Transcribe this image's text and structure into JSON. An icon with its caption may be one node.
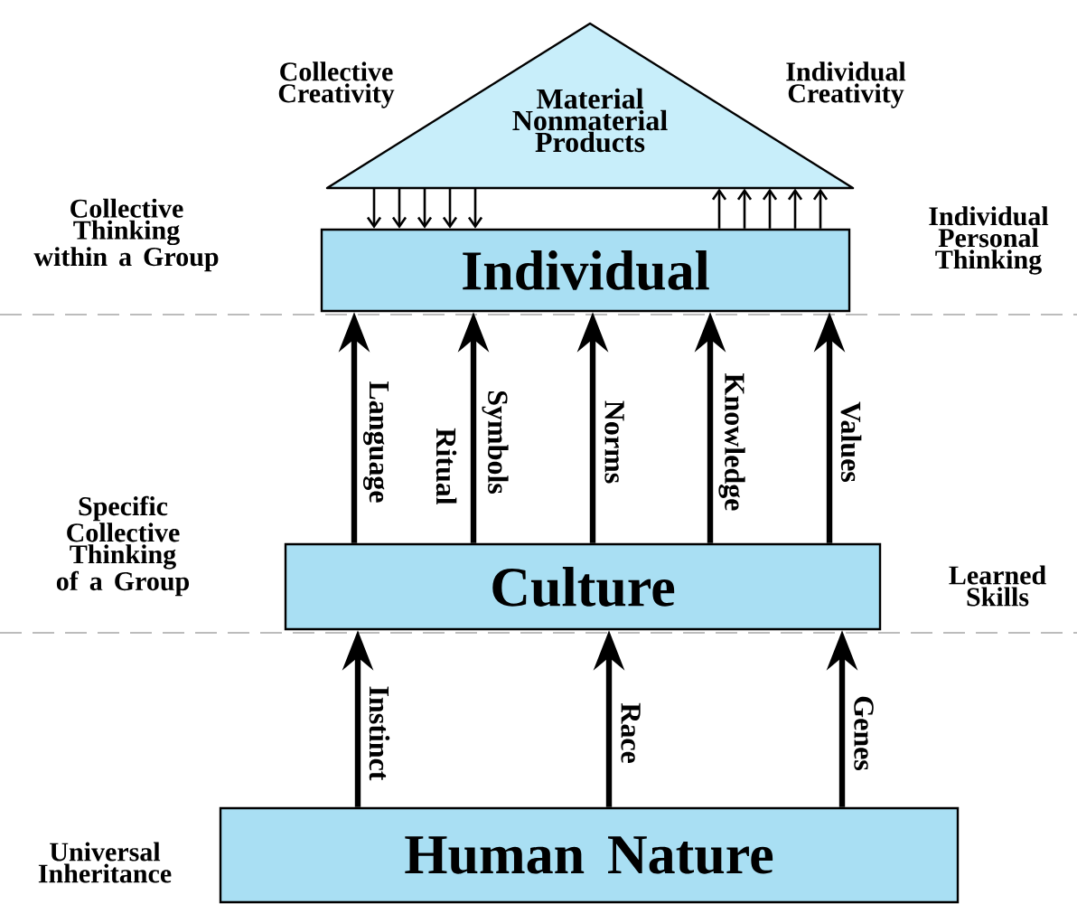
{
  "diagram": {
    "nodes": [
      {
        "text": [
          "Material Nonmaterial Products"
        ]
      },
      {
        "text": [
          "Individual"
        ]
      },
      {
        "text": [
          "Culture"
        ]
      },
      {
        "text": [
          "Human Nature"
        ]
      }
    ],
    "edges": [
      {
        "from": 0,
        "to": 1,
        "arrow": "to"
      },
      {
        "from": 0,
        "to": 1,
        "arrow": "to"
      },
      {
        "from": 0,
        "to": 1,
        "arrow": "to"
      },
      {
        "from": 0,
        "to": 1,
        "arrow": "to"
      },
      {
        "from": 0,
        "to": 1,
        "arrow": "to"
      },
      {
        "from": 1,
        "to": 0,
        "arrow": "to"
      },
      {
        "from": 1,
        "to": 0,
        "arrow": "to"
      },
      {
        "from": 1,
        "to": 0,
        "arrow": "to"
      },
      {
        "from": 1,
        "to": 0,
        "arrow": "to"
      },
      {
        "from": 1,
        "to": 0,
        "arrow": "to"
      },
      {
        "from": 2,
        "to": 1,
        "arrow": "to",
        "label": "Language",
        "style": "thick"
      },
      {
        "from": 2,
        "to": 1,
        "arrow": "to",
        "label": "Symbols",
        "style": "thick"
      },
      {
        "from": 2,
        "to": 1,
        "arrow": "to",
        "label": "Norms",
        "style": "thick"
      },
      {
        "from": 2,
        "to": 1,
        "arrow": "to",
        "label": "Knowledge",
        "style": "thick"
      },
      {
        "from": 2,
        "to": 1,
        "arrow": "to",
        "label": "Values",
        "style": "thick"
      },
      {
        "from": 3,
        "to": 2,
        "arrow": "to",
        "label": "Instinct",
        "style": "thick"
      },
      {
        "from": 3,
        "to": 2,
        "arrow": "to",
        "label": "Race",
        "style": "thick"
      },
      {
        "from": 3,
        "to": 2,
        "arrow": "to",
        "label": "Genes",
        "style": "thick"
      }
    ],
    "labels": [
      "Collective Creativity",
      "Individual Creativity",
      "Collective Thinking within a Group",
      "Individual Personal Thinking",
      "Ritual",
      "Specific Collective Thinking of a Group",
      "Learned Skills",
      "Universal Inheritance"
    ]
  }
}
